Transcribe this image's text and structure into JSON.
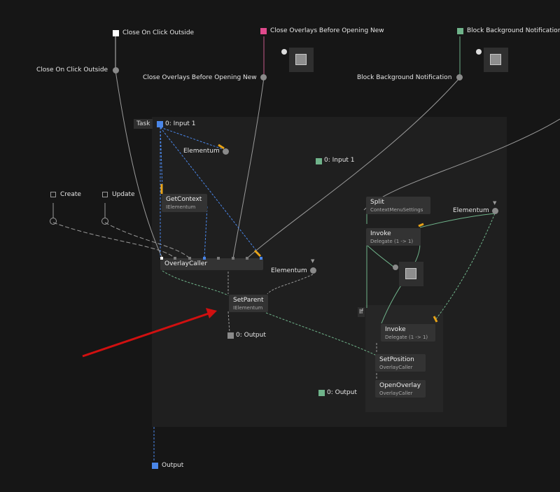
{
  "top_inputs": [
    {
      "label": "Close On Click Outside",
      "color": "#ffffff"
    },
    {
      "label": "Close Overlays Before Opening New",
      "color": "#e04a8c"
    },
    {
      "label": "Block Background Notification",
      "color": "#6fb38a"
    }
  ],
  "param_labels": [
    "Close On Click Outside",
    "Close Overlays Before Opening New",
    "Block Background Notification"
  ],
  "task": {
    "tag": "Task",
    "input_label": "0: Input 1",
    "inner_input_label": "0: Input 1",
    "output_label": "0: Output"
  },
  "checkboxes": {
    "create": "Create",
    "update": "Update"
  },
  "elementum_labels": {
    "top": "Elementum",
    "middle": "Elementum",
    "right": "Elementum"
  },
  "nodes": {
    "get_context": {
      "title": "GetContext",
      "sub": "IElementum"
    },
    "overlay_caller": {
      "title": "OverlayCaller"
    },
    "set_parent": {
      "title": "SetParent",
      "sub": "IElementum"
    },
    "split": {
      "title": "Split",
      "sub": "ContextMenuSettings"
    },
    "invoke_top": {
      "title": "Invoke",
      "sub": "Delegate (1 -> 1)"
    },
    "invoke_if": {
      "title": "Invoke",
      "sub": "Delegate (1 -> 1)"
    },
    "set_position": {
      "title": "SetPosition",
      "sub": "OverlayCaller"
    },
    "open_overlay": {
      "title": "OpenOverlay",
      "sub": "OverlayCaller"
    }
  },
  "if_tag": "If",
  "if_output_label": "0: Output",
  "final_output_label": "Output",
  "colors": {
    "background": "#161616",
    "task_region": "#1f1f1f",
    "wire_blue": "#4a86e8",
    "wire_green": "#6fb38a",
    "wire_grey": "#9a9a9a",
    "accent_orange": "#e8a317",
    "annotation_arrow": "#d01010"
  },
  "icons": {
    "annotation": "red-arrow-icon",
    "preview": "preview-square-icon"
  }
}
